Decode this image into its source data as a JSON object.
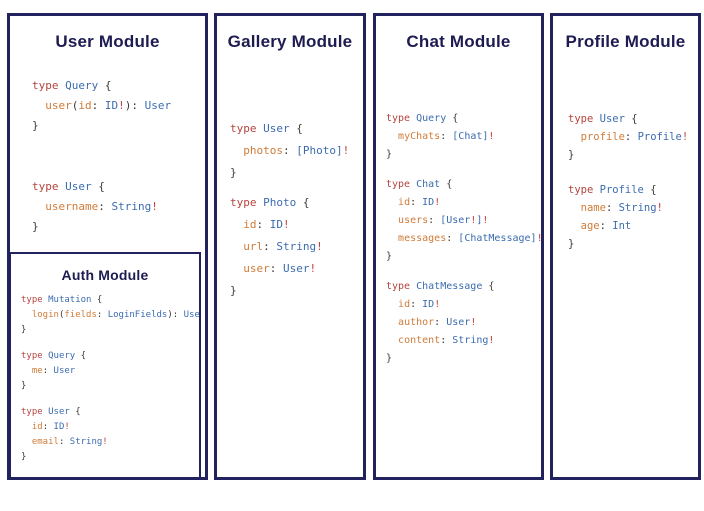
{
  "modules": [
    {
      "title": "User Module",
      "blocks": [
        [
          "type Query {",
          "  user(id: ID!): User",
          "}"
        ],
        [
          "type User {",
          "  username: String!",
          "}"
        ]
      ]
    },
    {
      "title": "Gallery Module",
      "blocks": [
        [
          "type User {",
          "  photos: [Photo]!",
          "}"
        ],
        [
          "type Photo {",
          "  id: ID!",
          "  url: String!",
          "  user: User!",
          "}"
        ]
      ]
    },
    {
      "title": "Chat Module",
      "blocks": [
        [
          "type Query {",
          "  myChats: [Chat]!",
          "}"
        ],
        [
          "type Chat {",
          "  id: ID!",
          "  users: [User!]!",
          "  messages: [ChatMessage]!",
          "}"
        ],
        [
          "type ChatMessage {",
          "  id: ID!",
          "  author: User!",
          "  content: String!",
          "}"
        ]
      ]
    },
    {
      "title": "Profile Module",
      "blocks": [
        [
          "type User {",
          "  profile: Profile!",
          "}"
        ],
        [
          "type Profile {",
          "  name: String!",
          "  age: Int",
          "}"
        ]
      ]
    }
  ],
  "auth": {
    "title": "Auth Module",
    "blocks": [
      [
        "type Mutation {",
        "  login(fields: LoginFields): User",
        "}"
      ],
      [
        "type Query {",
        "  me: User",
        "}"
      ],
      [
        "type User {",
        "  id: ID!",
        "  email: String!",
        "}"
      ]
    ]
  },
  "colors": {
    "navy": "#22225e",
    "keyword": "#b5443f",
    "type_name": "#3c6cb0",
    "field": "#d07c3a",
    "punctuation": "#3b3b3b",
    "bang": "#c2423c"
  }
}
